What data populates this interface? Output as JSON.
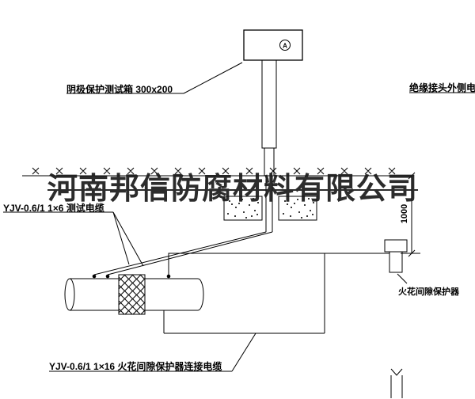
{
  "watermark": {
    "company": "河南邦信防腐材料有限公司"
  },
  "annotations": {
    "test_box_label": "阴极保护测试箱 300x200",
    "insulated_joint_cable_label": "绝缘接头外侧电缆",
    "test_cable_label": "YJV-0.6/1 1×6  测试电缆",
    "spark_gap_cable_label": "YJV-0.6/1 1×16  火花间隙保护器连接电缆",
    "spark_gap_protector_label": "火花间隙保护器",
    "ammeter_symbol": "A",
    "burial_depth_dimension": "1000"
  },
  "colors": {
    "line": "#000000",
    "background": "#ffffff",
    "watermark": "#1b1b1b"
  }
}
